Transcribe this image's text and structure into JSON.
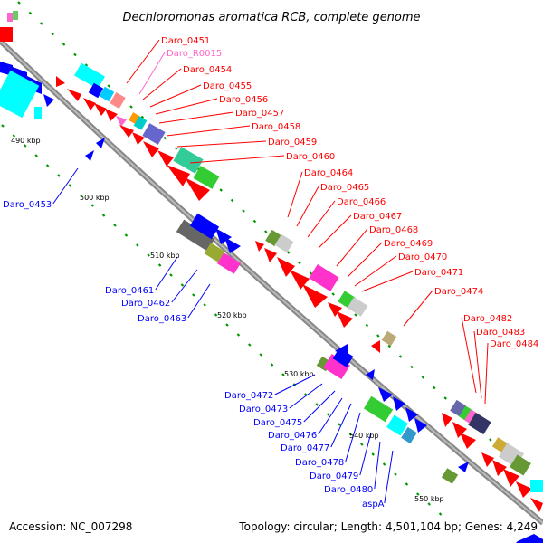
{
  "title": "Dechloromonas aromatica RCB, complete genome",
  "footer": {
    "accession": "Accession: NC_007298",
    "topology": "Topology: circular; Length: 4,501,104 bp; Genes: 4,249"
  },
  "colors": {
    "forward_gene": "#ff0000",
    "reverse_gene": "#0000ff",
    "rna_label": "#ff66cc",
    "backbone": "#888888",
    "tick": "#009900"
  },
  "ticks": [
    "490 kbp",
    "500 kbp",
    "510 kbp",
    "520 kbp",
    "530 kbp",
    "540 kbp",
    "550 kbp"
  ],
  "gene_labels_right": [
    "Daro_0451",
    "Daro_R0015",
    "Daro_0454",
    "Daro_0455",
    "Daro_0456",
    "Daro_0457",
    "Daro_0458",
    "Daro_0459",
    "Daro_0460",
    "Daro_0464",
    "Daro_0465",
    "Daro_0466",
    "Daro_0467",
    "Daro_0468",
    "Daro_0469",
    "Daro_0470",
    "Daro_0471",
    "Daro_0474",
    "Daro_0482",
    "Daro_0483",
    "Daro_0484"
  ],
  "gene_labels_left": [
    "Daro_0453",
    "Daro_0461",
    "Daro_0462",
    "Daro_0463",
    "Daro_0472",
    "Daro_0473",
    "Daro_0475",
    "Daro_0476",
    "Daro_0477",
    "Daro_0478",
    "Daro_0479",
    "Daro_0480",
    "aspA"
  ]
}
